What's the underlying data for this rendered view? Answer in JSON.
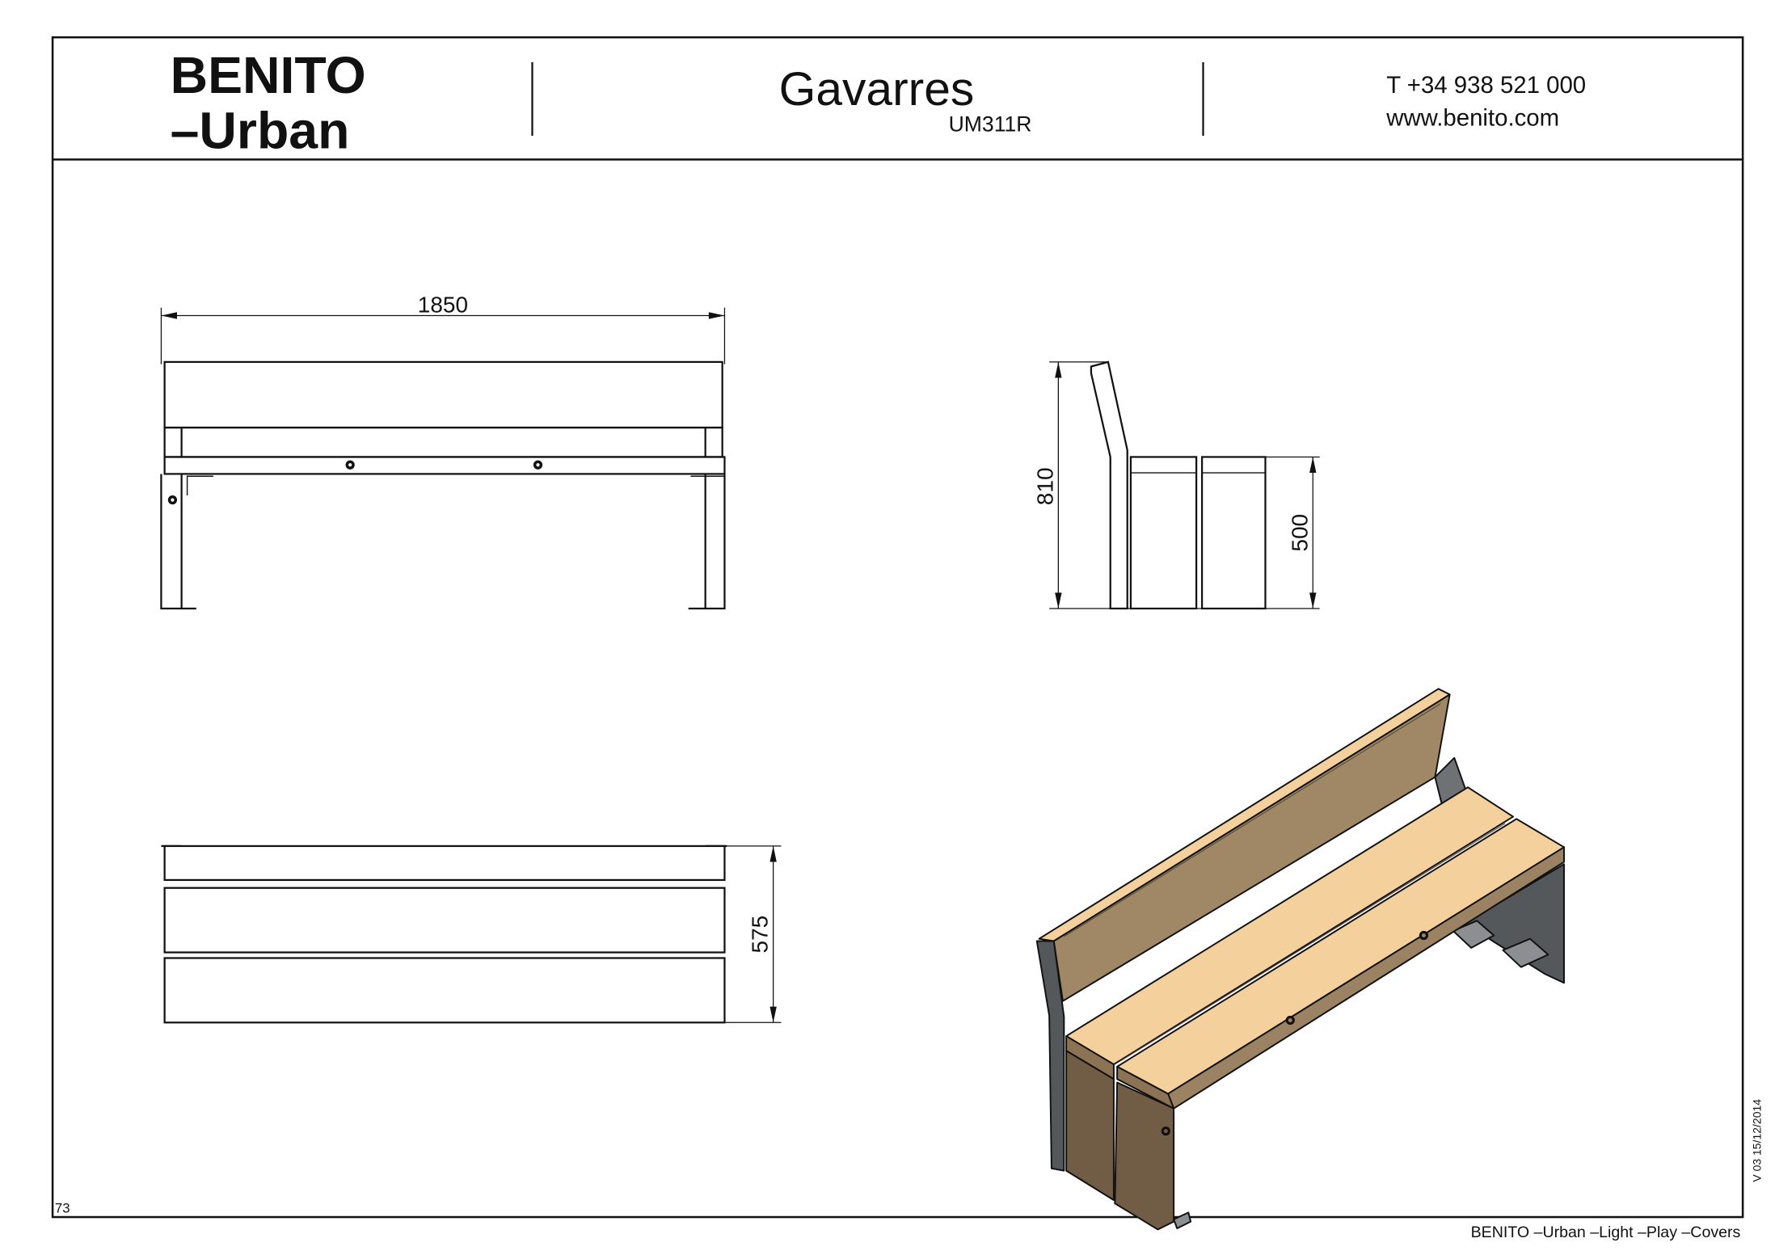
{
  "header": {
    "brand_line1": "BENITO",
    "brand_line2": "–Urban",
    "product_name": "Gavarres",
    "product_code": "UM311R",
    "phone": "T +34 938 521 000",
    "website": "www.benito.com"
  },
  "drawings": {
    "front_view": {
      "width_dimension": "1850"
    },
    "side_view": {
      "height_dimension": "810",
      "seat_height_dimension": "500"
    },
    "top_view": {
      "depth_dimension": "575"
    }
  },
  "colors": {
    "backrest_wood": "#a08866",
    "seat_wood": "#f4d09d",
    "leg_wood": "#715d45",
    "steel": "#55585b"
  },
  "page_number": "73",
  "version": "V 03 15/12/2014",
  "footer": "BENITO –Urban –Light –Play –Covers"
}
